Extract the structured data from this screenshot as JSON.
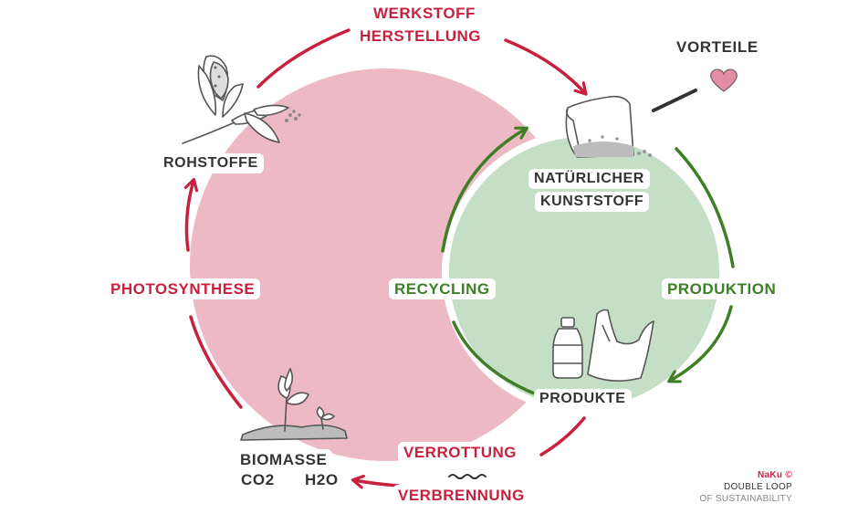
{
  "colors": {
    "red_cycle": "#c8203f",
    "green_cycle": "#3e7f25",
    "red_circle_fill": "#ecb9c4",
    "green_circle_fill": "#c5dfc6",
    "heart": "#e38fa5",
    "text_dark": "#333333"
  },
  "icons": [
    "cotton-plant-icon",
    "bioplastic-pellets-sack-icon",
    "heart-icon",
    "bottle-icon",
    "shopping-bag-icon",
    "seedling-icon",
    "wavy-soil-icon"
  ],
  "cycle_outer": {
    "werkstoff_line1": "WERKSTOFF",
    "werkstoff_line2": "HERSTELLUNG",
    "rohstoffe": "ROHSTOFFE",
    "photosynthese": "PHOTOSYNTHESE",
    "biomasse": "BIOMASSE",
    "co2": "CO2",
    "h2o": "H2O",
    "verrottung": "VERROTTUNG",
    "verbrennung": "VERBRENNUNG"
  },
  "cycle_inner": {
    "kunststoff_line1": "NATÜRLICHER",
    "kunststoff_line2": "KUNSTSTOFF",
    "recycling": "RECYCLING",
    "produktion": "PRODUKTION",
    "produkte": "PRODUKTE"
  },
  "vorteile": "VORTEILE",
  "branding": {
    "naku": "NaKu ©",
    "line1": "DOUBLE LOOP",
    "line2": "OF SUSTAINABILITY"
  }
}
